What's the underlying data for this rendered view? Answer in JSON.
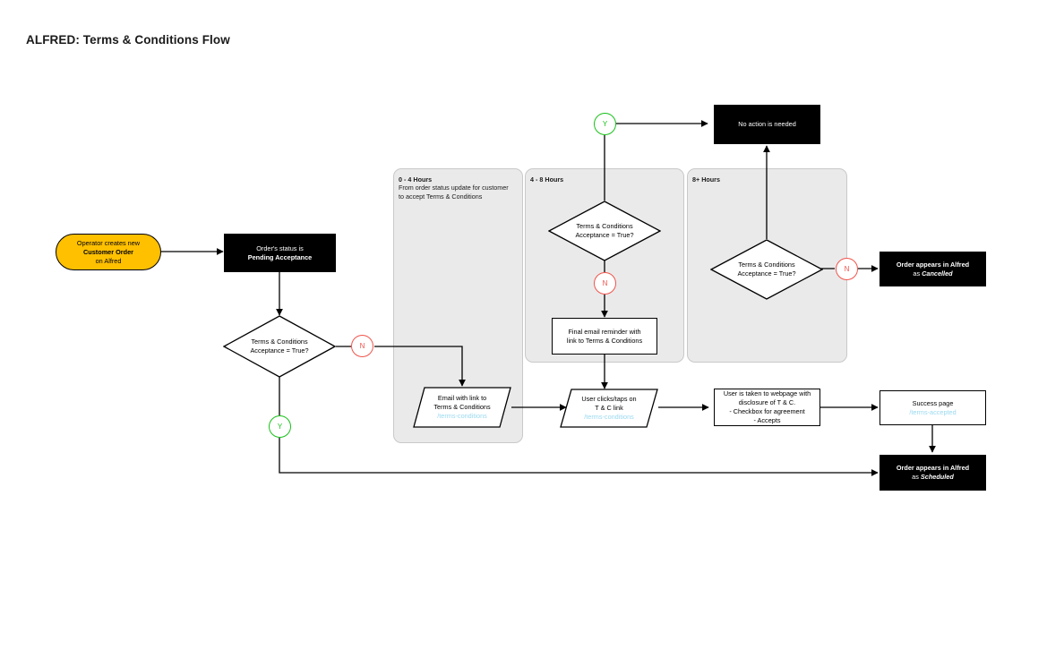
{
  "page": {
    "title": "ALFRED: Terms & Conditions Flow"
  },
  "lanes": [
    {
      "id": "lane-0-4",
      "title": "0 - 4 Hours",
      "subtitle": "From order status update for customer\nto accept Terms & Conditions"
    },
    {
      "id": "lane-4-8",
      "title": "4 - 8 Hours",
      "subtitle": ""
    },
    {
      "id": "lane-8plus",
      "title": "8+ Hours",
      "subtitle": ""
    }
  ],
  "nodes": {
    "start": {
      "line1": "Operator creates new",
      "line2": "Customer Order",
      "line3": "on Alfred"
    },
    "order_status": {
      "line1": "Order's status is",
      "line2": "Pending Acceptance"
    },
    "decision_1": {
      "line1": "Terms & Conditions",
      "line2": "Acceptance = True?"
    },
    "decision_2": {
      "line1": "Terms & Conditions",
      "line2": "Acceptance = True?"
    },
    "decision_3": {
      "line1": "Terms & Conditions",
      "line2": "Acceptance = True?"
    },
    "no_action": {
      "line1": "No action is needed"
    },
    "final_email": {
      "line1": "Final email reminder with",
      "line2": "link to Terms & Conditions"
    },
    "email_link": {
      "line1": "Email with link to",
      "line2": "Terms & Conditions",
      "link": "/terms-conditions"
    },
    "user_clicks": {
      "line1": "User clicks/taps on",
      "line2": "T & C link",
      "link": "/terms-conditions"
    },
    "webpage": {
      "line1": "User is taken to webpage with",
      "line2": "disclosure of T & C.",
      "line3": "- Checkbox for agreement",
      "line4": "- Accepts"
    },
    "success_page": {
      "line1": "Success page",
      "link": "/terms-accepted"
    },
    "order_cancelled": {
      "line1": "Order appears in Alfred",
      "line2_prefix": "as ",
      "line2_value": "Cancelled"
    },
    "order_scheduled": {
      "line1": "Order appears in Alfred",
      "line2_prefix": "as ",
      "line2_value": "Scheduled"
    }
  },
  "decision_markers": {
    "d1_no": "N",
    "d1_yes": "Y",
    "d2_yes": "Y",
    "d2_no": "N",
    "d3_no": "N"
  },
  "colors": {
    "start_fill": "#ffc000",
    "terminal_fill": "#000000",
    "lane_fill": "#eaeaea",
    "yes": "#19c119",
    "no": "#f0544c",
    "link": "#9ad9f0"
  }
}
